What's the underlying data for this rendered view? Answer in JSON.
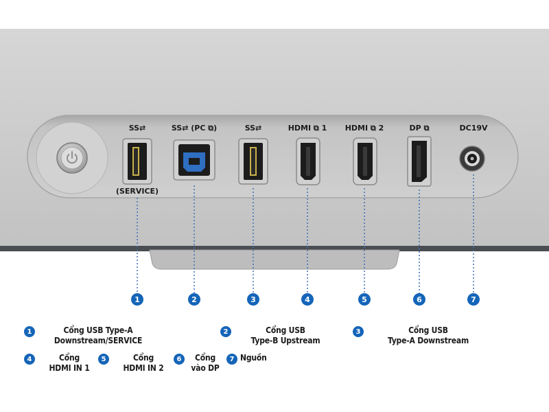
{
  "port_labels": {
    "p1": "SS⇄",
    "p2": "SS⇄ (PC ⧉)",
    "p3": "SS⇄",
    "p4": "HDMI ⧉ 1",
    "p5": "HDMI ⧉ 2",
    "p6": "DP ⧉",
    "p7": "DC19V",
    "service": "(SERVICE)"
  },
  "markers": [
    "1",
    "2",
    "3",
    "4",
    "5",
    "6",
    "7"
  ],
  "legend": [
    {
      "num": "1",
      "line1": "Cổng USB Type-A",
      "line2": "Downstream/SERVICE"
    },
    {
      "num": "2",
      "line1": "Cổng USB",
      "line2": "Type-B Upstream"
    },
    {
      "num": "3",
      "line1": "Cổng USB",
      "line2": "Type-A Downstream"
    },
    {
      "num": "4",
      "line1": "Cổng",
      "line2": "HDMI IN 1"
    },
    {
      "num": "5",
      "line1": "Cổng",
      "line2": "HDMI IN 2"
    },
    {
      "num": "6",
      "line1": "Cổng",
      "line2": "vào DP"
    },
    {
      "num": "7",
      "line1": "Nguồn",
      "line2": ""
    }
  ],
  "colors": {
    "marker": "#1565b8",
    "panel": "#c9c9c9",
    "port": "#2a2a2a",
    "usb_b": "#2f6fc2"
  }
}
